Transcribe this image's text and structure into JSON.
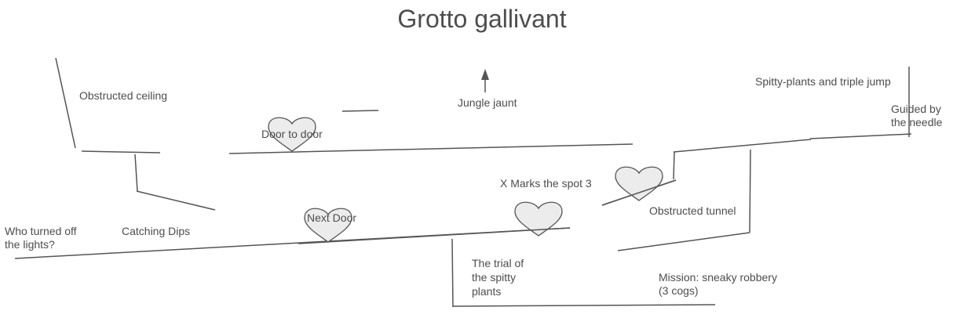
{
  "title": "Grotto gallivant",
  "colors": {
    "stroke": "#555555",
    "heart_fill": "#ececec",
    "text": "#4d4d4d"
  },
  "labels": {
    "obstructed_ceiling": "Obstructed ceiling",
    "door_to_door": "Door to door",
    "jungle_jaunt": "Jungle jaunt",
    "spitty_triple_jump": "Spitty-plants and triple jump",
    "guided_by_needle": "Guided by\nthe needle",
    "x_marks_spot": "X Marks the spot 3",
    "obstructed_tunnel": "Obstructed tunnel",
    "who_turned_off": "Who turned off\nthe lights?",
    "catching_dips": "Catching Dips",
    "next_door": "Next Door",
    "trial_spitty": "The trial of\nthe spitty\nplants",
    "mission_robbery": "Mission: sneaky robbery\n(3 cogs)"
  }
}
